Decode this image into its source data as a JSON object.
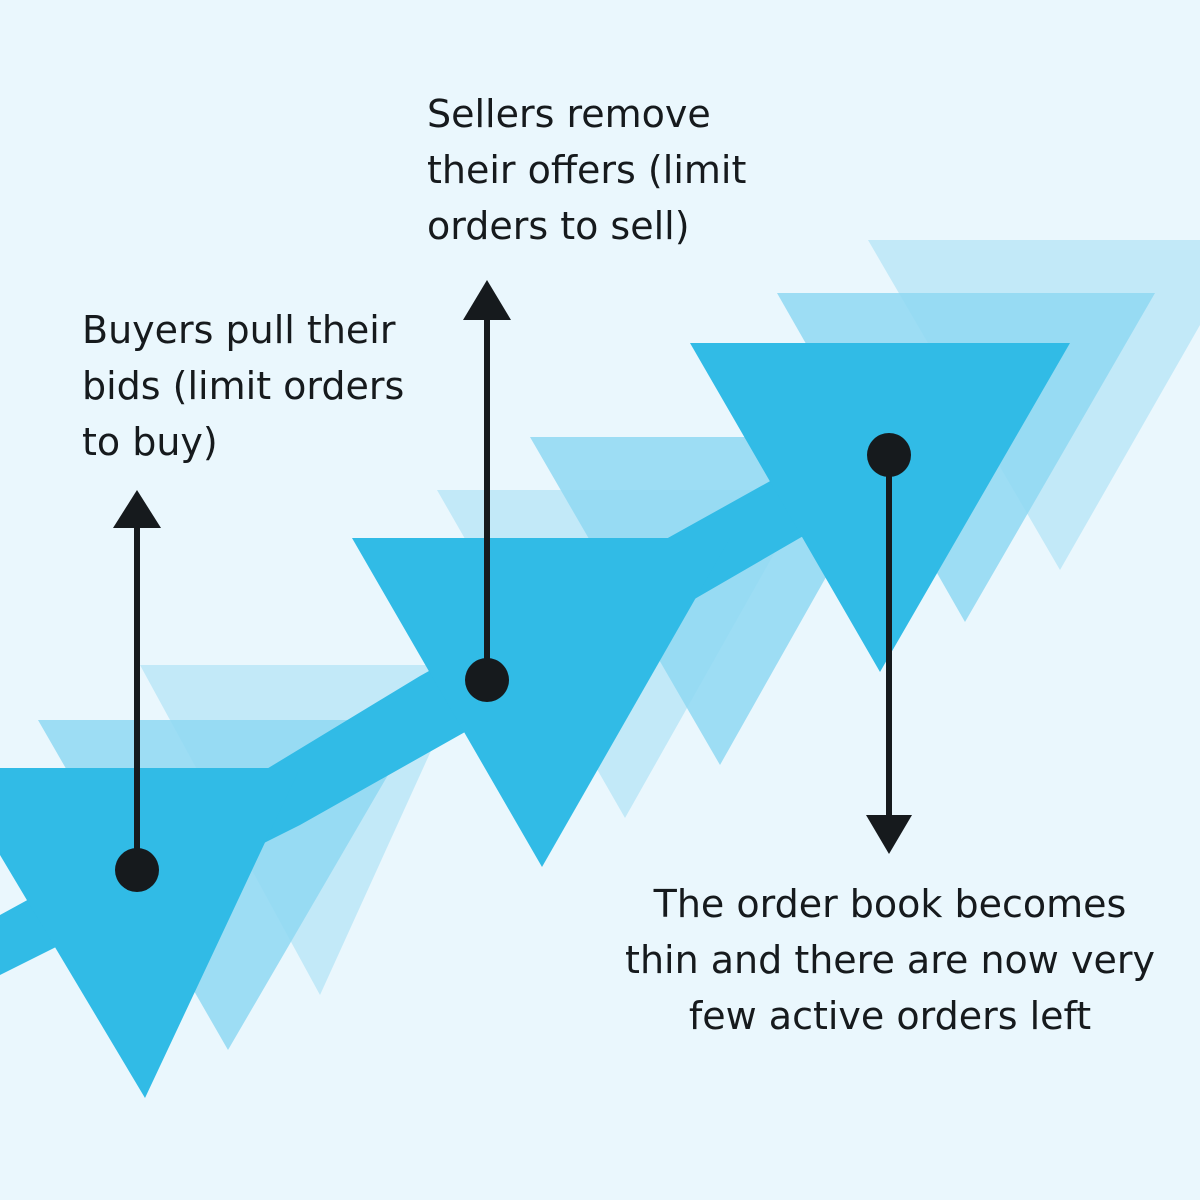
{
  "annotations": {
    "buyers": "Buyers pull their bids (limit orders to buy)",
    "sellers": "Sellers remove their offers (limit orders to sell)",
    "order_book": "The order book becomes thin and there are now very few active orders left"
  },
  "colors": {
    "background": "#eaf7fd",
    "primary_blue": "#31bbe6",
    "mid_blue": "#8fd8f2",
    "light_blue": "#c2e9f8",
    "arrow": "#161a1d"
  }
}
